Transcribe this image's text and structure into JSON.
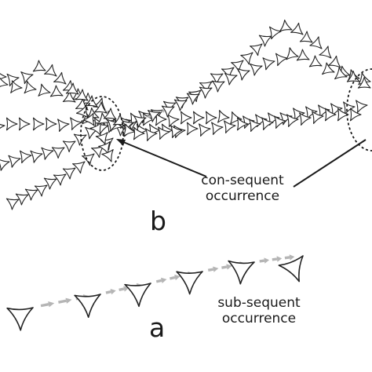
{
  "figure": {
    "panels": {
      "a": "a",
      "b": "b"
    },
    "labels": {
      "consequent": {
        "line1": "con-sequent",
        "line2": "occurrence"
      },
      "subsequent": {
        "line1": "sub-sequent",
        "line2": "occurrence"
      }
    },
    "colors": {
      "glyph_stroke": "#222222",
      "arrow": "#b5b5b5",
      "leader_line": "#1a1a1a",
      "ellipse": "#1a1a1a",
      "background": "#ffffff"
    },
    "glyph_icon": "three-pointed-star-icon"
  }
}
